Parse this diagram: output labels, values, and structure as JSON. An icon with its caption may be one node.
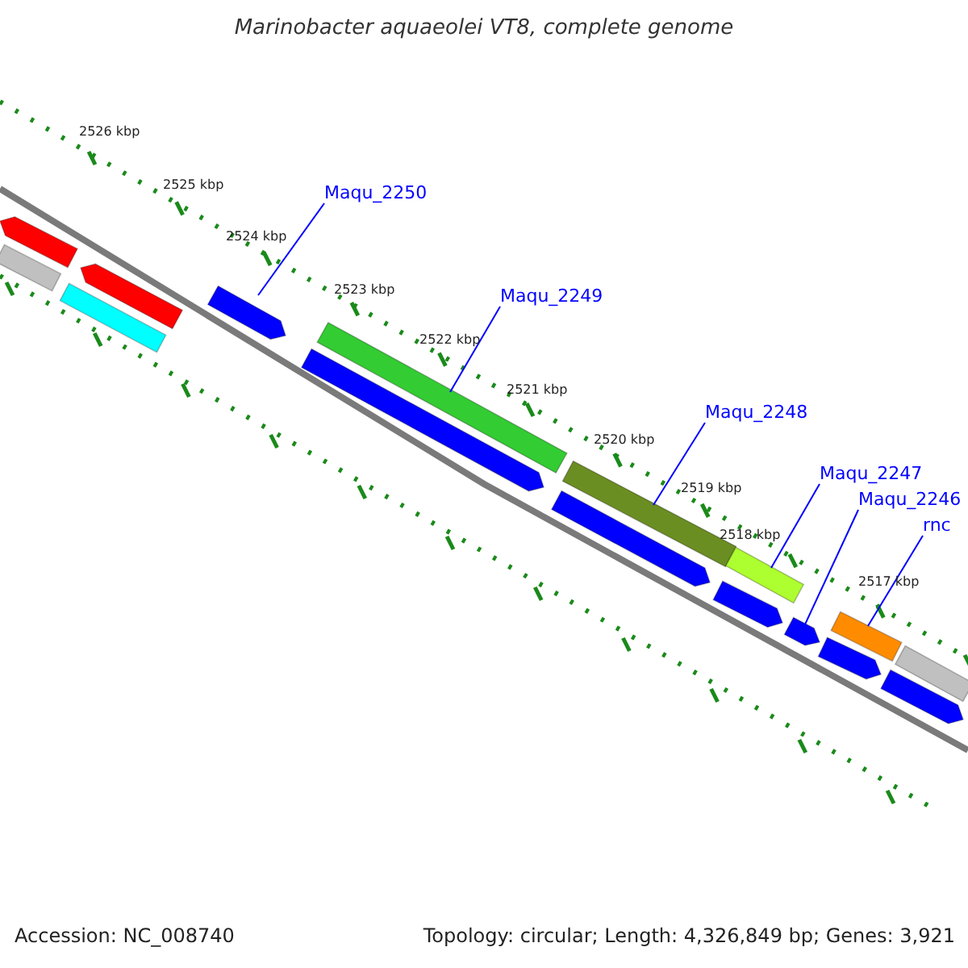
{
  "diagram": {
    "title": "Marinobacter aquaeolei VT8, complete genome",
    "nodes": [
      {
        "text": [
          "Maqu_2250"
        ]
      },
      {
        "text": [
          "Maqu_2249"
        ]
      },
      {
        "text": [
          "Maqu_2248"
        ]
      },
      {
        "text": [
          "Maqu_2247"
        ]
      },
      {
        "text": [
          "Maqu_2246"
        ]
      },
      {
        "text": [
          "rnc"
        ]
      },
      {
        "text": [],
        "shape": "bar"
      },
      {
        "text": [],
        "shape": "bar"
      },
      {
        "text": [],
        "shape": "bar"
      },
      {
        "text": [],
        "shape": "bar"
      },
      {
        "text": [],
        "shape": "bar"
      },
      {
        "text": [],
        "shape": "bar"
      },
      {
        "text": [],
        "shape": "bar"
      },
      {
        "text": [],
        "shape": "bar"
      },
      {
        "text": [],
        "shape": "bar"
      },
      {
        "text": [],
        "shape": "bar"
      },
      {
        "text": [],
        "shape": "bar"
      },
      {
        "text": [],
        "shape": "bar"
      },
      {
        "text": [],
        "shape": "bar"
      },
      {
        "text": [],
        "shape": "bar"
      },
      {
        "text": [],
        "shape": "bar"
      },
      {
        "text": [],
        "shape": "bar"
      }
    ],
    "edges": [
      {
        "from": 0,
        "to": 10,
        "arrow": "none"
      },
      {
        "from": 1,
        "to": 12,
        "arrow": "none"
      },
      {
        "from": 2,
        "to": 14,
        "arrow": "none"
      },
      {
        "from": 3,
        "to": 16,
        "arrow": "none"
      },
      {
        "from": 4,
        "to": 17,
        "arrow": "none"
      },
      {
        "from": 5,
        "to": 19,
        "arrow": "none"
      }
    ],
    "labels": [
      "2526 kbp",
      "2525 kbp",
      "2524 kbp",
      "2523 kbp",
      "2522 kbp",
      "2521 kbp",
      "2520 kbp",
      "2519 kbp",
      "2518 kbp",
      "2517 kbp",
      "Accession: NC_008740",
      "Topology: circular; Length: 4,326,849 bp; Genes: 3,921"
    ]
  }
}
